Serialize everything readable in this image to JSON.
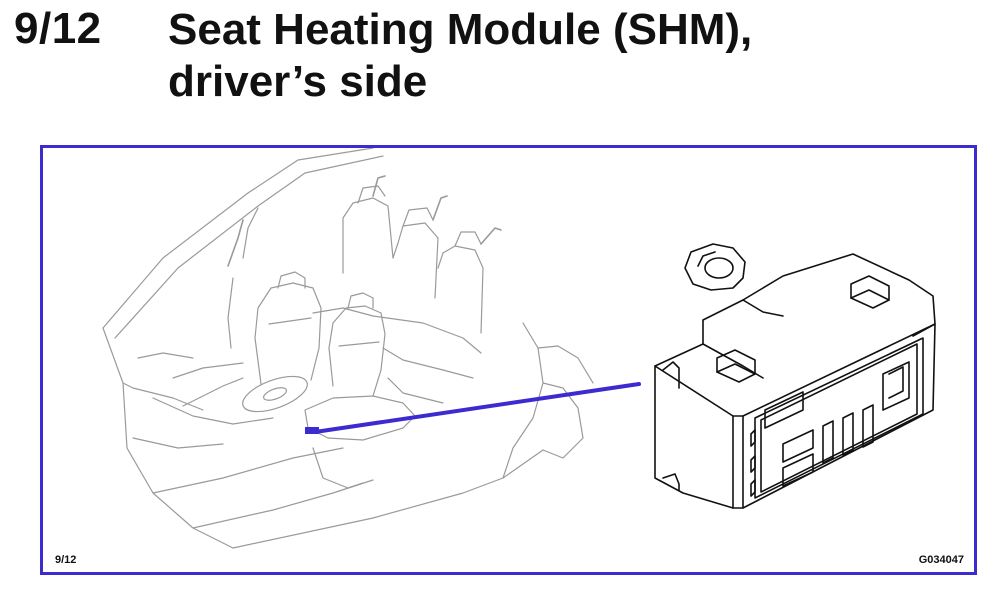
{
  "heading": {
    "number": "9/12",
    "title_line1": "Seat Heating Module (SHM),",
    "title_line2": "driver’s side"
  },
  "figure": {
    "page_code": "9/12",
    "image_code": "G034047",
    "frame_color": "#3c2bd0",
    "pointer_color": "#3c2bd0"
  },
  "icons": [
    "car-cutaway-illustration",
    "seat-heating-module-illustration"
  ]
}
